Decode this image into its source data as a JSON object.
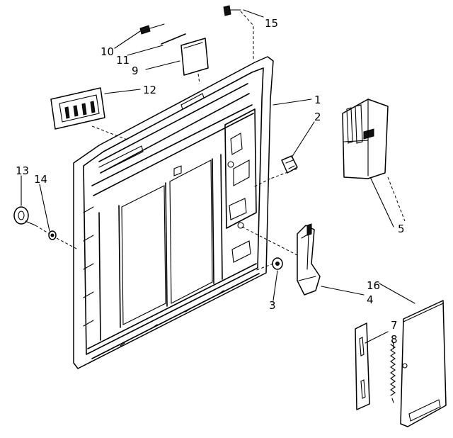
{
  "callouts": [
    {
      "id": "15",
      "text": "15"
    },
    {
      "id": "10",
      "text": "10"
    },
    {
      "id": "11",
      "text": "11"
    },
    {
      "id": "9",
      "text": "9"
    },
    {
      "id": "12",
      "text": "12"
    },
    {
      "id": "1",
      "text": "1"
    },
    {
      "id": "2",
      "text": "2"
    },
    {
      "id": "13",
      "text": "13"
    },
    {
      "id": "14",
      "text": "14"
    },
    {
      "id": "5",
      "text": "5"
    },
    {
      "id": "3",
      "text": "3"
    },
    {
      "id": "16",
      "text": "16"
    },
    {
      "id": "4",
      "text": "4"
    },
    {
      "id": "7",
      "text": "7"
    },
    {
      "id": "8",
      "text": "8"
    }
  ]
}
